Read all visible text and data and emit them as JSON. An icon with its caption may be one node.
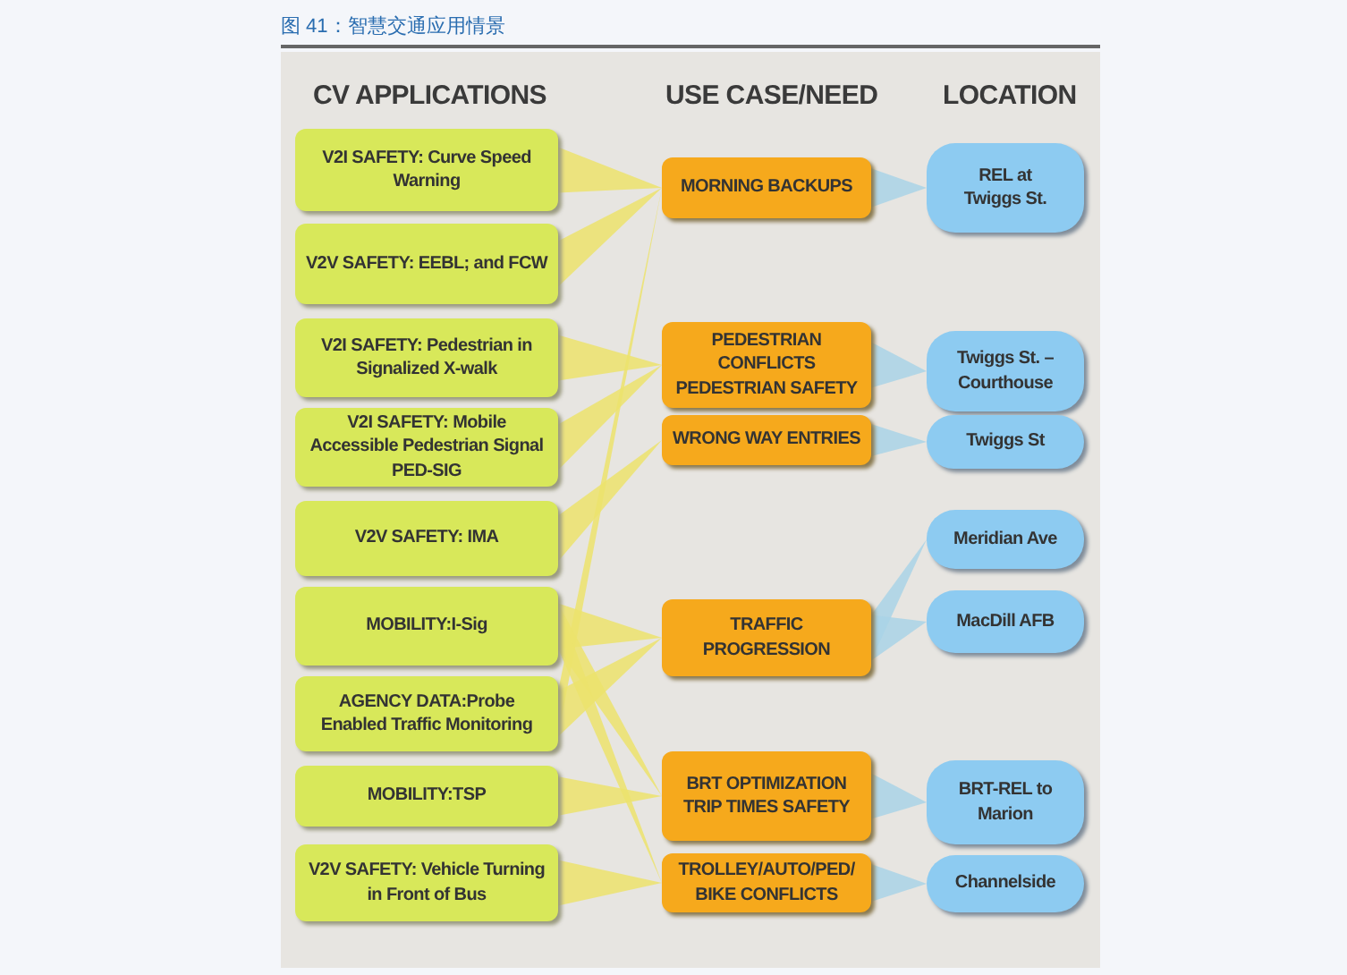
{
  "diagram": {
    "title": "图 41：智慧交通应用情景",
    "nodes": [
      {
        "text": [
          "V2I SAFETY: Curve Speed Warning"
        ]
      },
      {
        "text": [
          "V2V SAFETY: EEBL; and FCW"
        ]
      },
      {
        "text": [
          "V2I SAFETY: Pedestrian in Signalized X-walk"
        ]
      },
      {
        "text": [
          "V2I SAFETY: Mobile Accessible Pedestrian Signal PED-SIG"
        ]
      },
      {
        "text": [
          "V2V SAFETY: IMA"
        ]
      },
      {
        "text": [
          "MOBILITY:I-Sig"
        ]
      },
      {
        "text": [
          "AGENCY DATA:Probe Enabled Traffic Monitoring"
        ]
      },
      {
        "text": [
          "MOBILITY:TSP"
        ]
      },
      {
        "text": [
          "V2V SAFETY: Vehicle Turning in Front of Bus"
        ]
      },
      {
        "text": [
          "MORNING BACKUPS"
        ]
      },
      {
        "text": [
          "PEDESTRIAN CONFLICTS PEDESTRIAN SAFETY"
        ]
      },
      {
        "text": [
          "WRONG WAY ENTRIES"
        ]
      },
      {
        "text": [
          "TRAFFIC PROGRESSION"
        ]
      },
      {
        "text": [
          "BRT OPTIMIZATION TRIP TIMES SAFETY"
        ]
      },
      {
        "text": [
          "TROLLEY/AUTO/PED/ BIKE CONFLICTS"
        ]
      },
      {
        "text": [
          "REL at Twiggs St."
        ]
      },
      {
        "text": [
          "Twiggs St. – Courthouse"
        ]
      },
      {
        "text": [
          "Twiggs St"
        ]
      },
      {
        "text": [
          "Meridian Ave"
        ]
      },
      {
        "text": [
          "MacDill AFB"
        ]
      },
      {
        "text": [
          "BRT-REL to Marion"
        ]
      },
      {
        "text": [
          "Channelside"
        ]
      }
    ],
    "edges": [
      {
        "from": 0,
        "to": 9,
        "arrow": "none"
      },
      {
        "from": 1,
        "to": 9,
        "arrow": "none"
      },
      {
        "from": 6,
        "to": 9,
        "arrow": "none"
      },
      {
        "from": 2,
        "to": 10,
        "arrow": "none"
      },
      {
        "from": 3,
        "to": 10,
        "arrow": "none"
      },
      {
        "from": 4,
        "to": 11,
        "arrow": "none"
      },
      {
        "from": 5,
        "to": 12,
        "arrow": "none"
      },
      {
        "from": 6,
        "to": 12,
        "arrow": "none"
      },
      {
        "from": 5,
        "to": 13,
        "arrow": "none"
      },
      {
        "from": 7,
        "to": 13,
        "arrow": "none"
      },
      {
        "from": 5,
        "to": 14,
        "arrow": "none"
      },
      {
        "from": 8,
        "to": 14,
        "arrow": "none"
      },
      {
        "from": 9,
        "to": 15,
        "arrow": "none"
      },
      {
        "from": 10,
        "to": 16,
        "arrow": "none"
      },
      {
        "from": 11,
        "to": 17,
        "arrow": "none"
      },
      {
        "from": 12,
        "to": 18,
        "arrow": "none"
      },
      {
        "from": 12,
        "to": 19,
        "arrow": "none"
      },
      {
        "from": 13,
        "to": 20,
        "arrow": "none"
      },
      {
        "from": 14,
        "to": 21,
        "arrow": "none"
      }
    ],
    "labels": [
      "CV APPLICATIONS",
      "USE CASE/NEED",
      "LOCATION"
    ]
  }
}
